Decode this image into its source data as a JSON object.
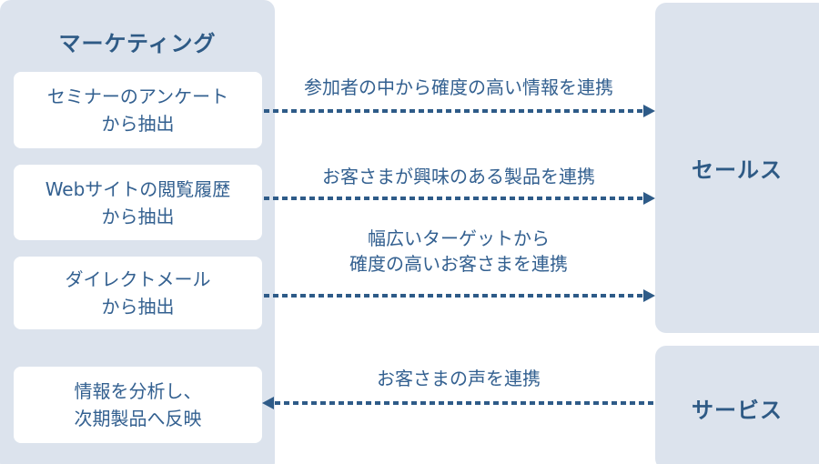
{
  "colors": {
    "panel_bg": "#dce3ed",
    "box_bg": "#ffffff",
    "heading_color": "#2e5a85",
    "body_color": "#336090",
    "arrow_color": "#2e5b88",
    "page_bg": "#ffffff"
  },
  "marketing": {
    "title": "マーケティング",
    "boxes": [
      {
        "line1": "セミナーのアンケート",
        "line2": "から抽出"
      },
      {
        "line1": "Webサイトの閲覧履歴",
        "line2": "から抽出"
      },
      {
        "line1": "ダイレクトメール",
        "line2": "から抽出"
      },
      {
        "line1": "情報を分析し、",
        "line2": "次期製品へ反映"
      }
    ]
  },
  "sales": {
    "title": "セールス"
  },
  "service": {
    "title": "サービス"
  },
  "flows": [
    {
      "label1": "参加者の中から確度の高い情報を連携",
      "direction": "right"
    },
    {
      "label1": "お客さまが興味のある製品を連携",
      "direction": "right"
    },
    {
      "label1": "幅広いターゲットから",
      "label2": "確度の高いお客さまを連携",
      "direction": "right"
    },
    {
      "label1": "お客さまの声を連携",
      "direction": "left"
    }
  ]
}
